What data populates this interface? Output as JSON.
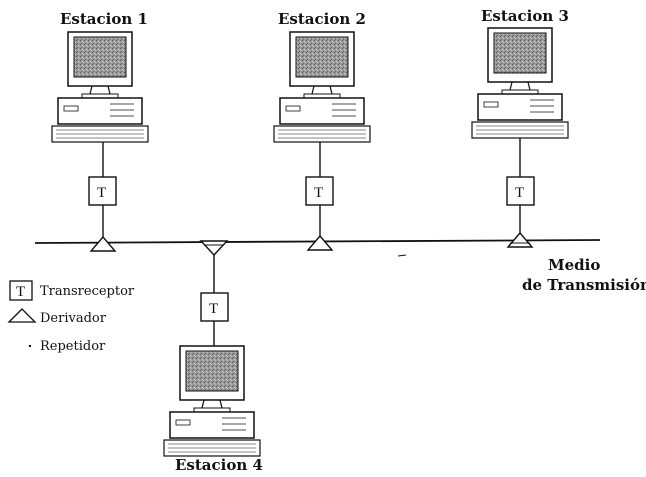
{
  "stations": [
    {
      "label": "Estacion 1"
    },
    {
      "label": "Estacion 2"
    },
    {
      "label": "Estacion 3"
    },
    {
      "label": "Estacion 4"
    }
  ],
  "transceiver_letter": "T",
  "medium_label": {
    "line1": "Medio",
    "line2": "de Transmisión"
  },
  "legend": {
    "transceiver": "Transreceptor",
    "tap": "Derivador",
    "repeater": "Repetidor",
    "transceiver_symbol": "T"
  },
  "icons": {
    "computer": "desktop-computer-icon",
    "transceiver": "transceiver-box-icon",
    "tap": "tap-triangle-icon"
  },
  "colors": {
    "ink": "#111111",
    "screen": "#8a8a8a",
    "background": "#ffffff"
  }
}
